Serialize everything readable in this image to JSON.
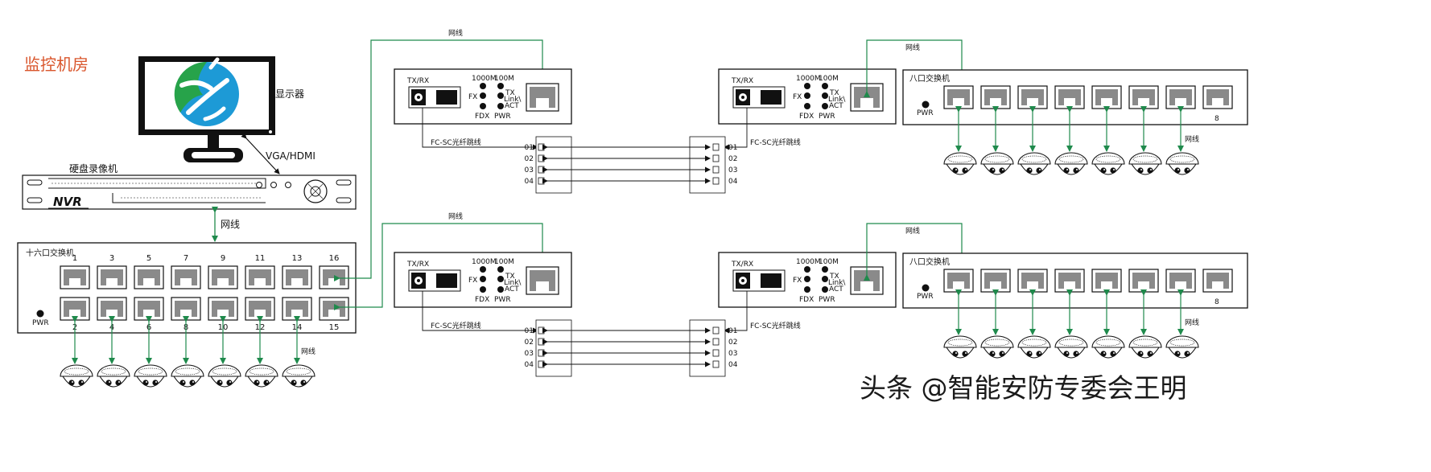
{
  "room_title": "监控机房",
  "monitor_label": "显示器",
  "vga_label": "VGA/HDMI",
  "nvr": {
    "label": "硬盘录像机",
    "brand": "NVR"
  },
  "cable_label": "网线",
  "switch16": {
    "label": "十六口交换机",
    "pwr": "PWR",
    "top_numbers": [
      "1",
      "3",
      "5",
      "7",
      "9",
      "11",
      "13",
      "16"
    ],
    "bottom_numbers": [
      "2",
      "4",
      "6",
      "8",
      "10",
      "12",
      "14",
      "15"
    ]
  },
  "converter": {
    "txrx": "TX/RX",
    "speed_1000": "1000M",
    "speed_100": "100M",
    "fx": "FX",
    "tx": "TX",
    "link": "Link\\",
    "act": "ACT",
    "fdx": "FDX",
    "pwr": "PWR"
  },
  "fiber_label": "FC-SC光纤跳线",
  "odf_ports": [
    "01",
    "02",
    "03",
    "04"
  ],
  "switch8": {
    "label": "八口交换机",
    "pwr": "PWR",
    "port_number": "8"
  },
  "watermark": "头条 @智能安防专委会王明",
  "colors": {
    "title": "#d9552b",
    "cable": "#1f8a4c",
    "line": "#111111"
  }
}
